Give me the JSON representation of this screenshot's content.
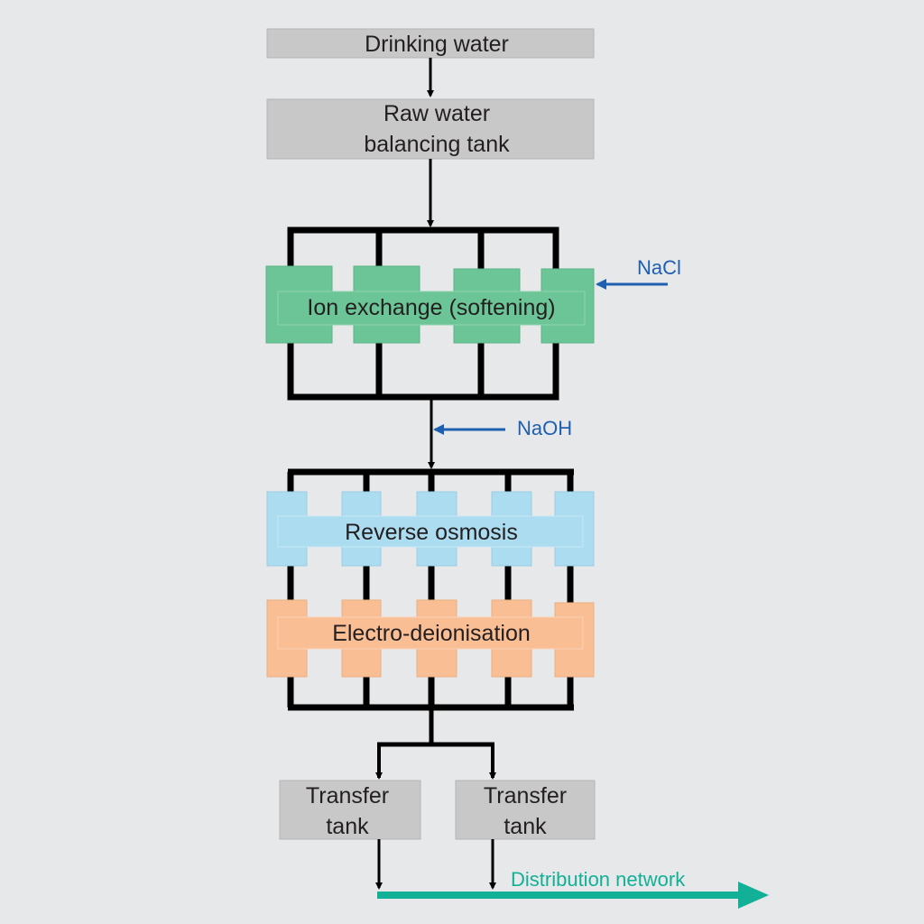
{
  "nodes": {
    "drinking_water": "Drinking water",
    "raw_water_line1": "Raw water",
    "raw_water_line2": "balancing tank",
    "ion_exchange": "Ion exchange (softening)",
    "reverse_osmosis": "Reverse osmosis",
    "edi": "Electro-deionisation",
    "transfer1_line1": "Transfer",
    "transfer1_line2": "tank",
    "transfer2_line1": "Transfer",
    "transfer2_line2": "tank"
  },
  "inputs": {
    "nacl": "NaCl",
    "naoh": "NaOH"
  },
  "output": {
    "distribution": "Distribution network"
  },
  "colors": {
    "background": "#e7e8ea",
    "tank": "#c8c8c8",
    "ion_exchange": "#6cc596",
    "reverse_osmosis": "#acdcf0",
    "edi": "#f9be94",
    "chemical": "#1f5fb0",
    "distribution": "#12b096"
  }
}
